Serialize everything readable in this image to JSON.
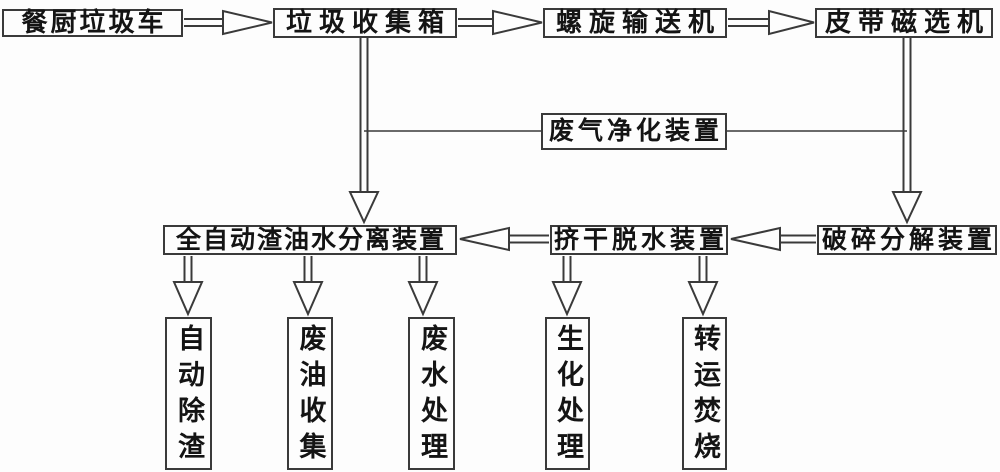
{
  "diagram": {
    "type": "flowchart",
    "language": "zh",
    "description_visible_only": "scanned patent-style process flow diagram for kitchen waste treatment",
    "nodes": {
      "truck": {
        "label": "餐厨垃圾车"
      },
      "collection_box": {
        "label": "垃圾收集箱"
      },
      "screw_conveyor": {
        "label": "螺旋输送机"
      },
      "belt_magnet": {
        "label": "皮带磁选机"
      },
      "gas_purifier": {
        "label": "废气净化装置"
      },
      "separator": {
        "label": "全自动渣油水分离装置"
      },
      "dewaterer": {
        "label": "挤干脱水装置"
      },
      "crusher": {
        "label": "破碎分解装置"
      },
      "slag": {
        "label": "自动除渣"
      },
      "oil": {
        "label": "废油收集"
      },
      "water": {
        "label": "废水处理"
      },
      "bio": {
        "label": "生化处理"
      },
      "incinerate": {
        "label": "转运焚烧"
      }
    },
    "edges": [
      {
        "from": "餐厨垃圾车",
        "to": "垃圾收集箱"
      },
      {
        "from": "垃圾收集箱",
        "to": "螺旋输送机"
      },
      {
        "from": "螺旋输送机",
        "to": "皮带磁选机"
      },
      {
        "from": "垃圾收集箱",
        "to": "全自动渣油水分离装置"
      },
      {
        "from": "皮带磁选机",
        "to": "破碎分解装置"
      },
      {
        "from": "垃圾收集箱",
        "to": "废气净化装置"
      },
      {
        "from": "皮带磁选机",
        "to": "废气净化装置"
      },
      {
        "from": "破碎分解装置",
        "to": "挤干脱水装置"
      },
      {
        "from": "挤干脱水装置",
        "to": "全自动渣油水分离装置"
      },
      {
        "from": "全自动渣油水分离装置",
        "to": "自动除渣"
      },
      {
        "from": "全自动渣油水分离装置",
        "to": "废油收集"
      },
      {
        "from": "全自动渣油水分离装置",
        "to": "废水处理"
      },
      {
        "from": "挤干脱水装置",
        "to": "生化处理"
      },
      {
        "from": "挤干脱水装置",
        "to": "转运焚烧"
      }
    ],
    "colors": {
      "background": "#fdfdfd",
      "line": "#3a3a3a",
      "text": "#141414"
    }
  }
}
